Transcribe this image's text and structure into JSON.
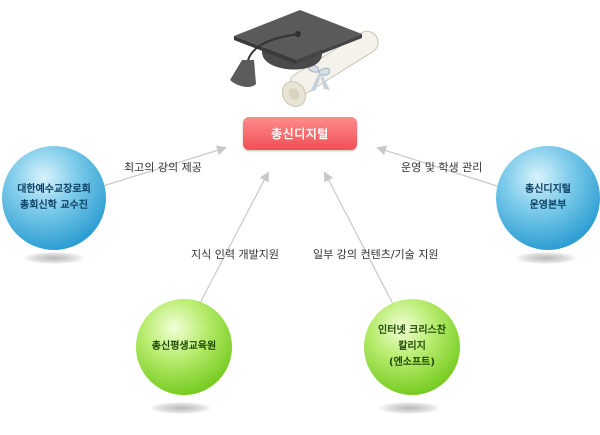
{
  "center": {
    "label": "총신디지털"
  },
  "nodes": {
    "faculty": {
      "label": "대한예수교장로회\n총회신학 교수진"
    },
    "ops": {
      "label": "총신디지털\n운영본부"
    },
    "edu": {
      "label": "총신평생교육원"
    },
    "college": {
      "label": "인터넷 크리스찬\n칼리지\n(엔소프트)"
    }
  },
  "edges": {
    "faculty": "최고의 강의 제공",
    "ops": "운영 및 학생 관리",
    "edu": "지식 인력 개발지원",
    "college": "일부 강의 컨텐츠/기술 지원"
  },
  "icons": {
    "top": "graduation-cap-diploma-icon"
  },
  "colors": {
    "center": "#ef4f56",
    "blue": "#2f9fd3",
    "green": "#79cd25",
    "arrow": "#c8c8c8"
  }
}
